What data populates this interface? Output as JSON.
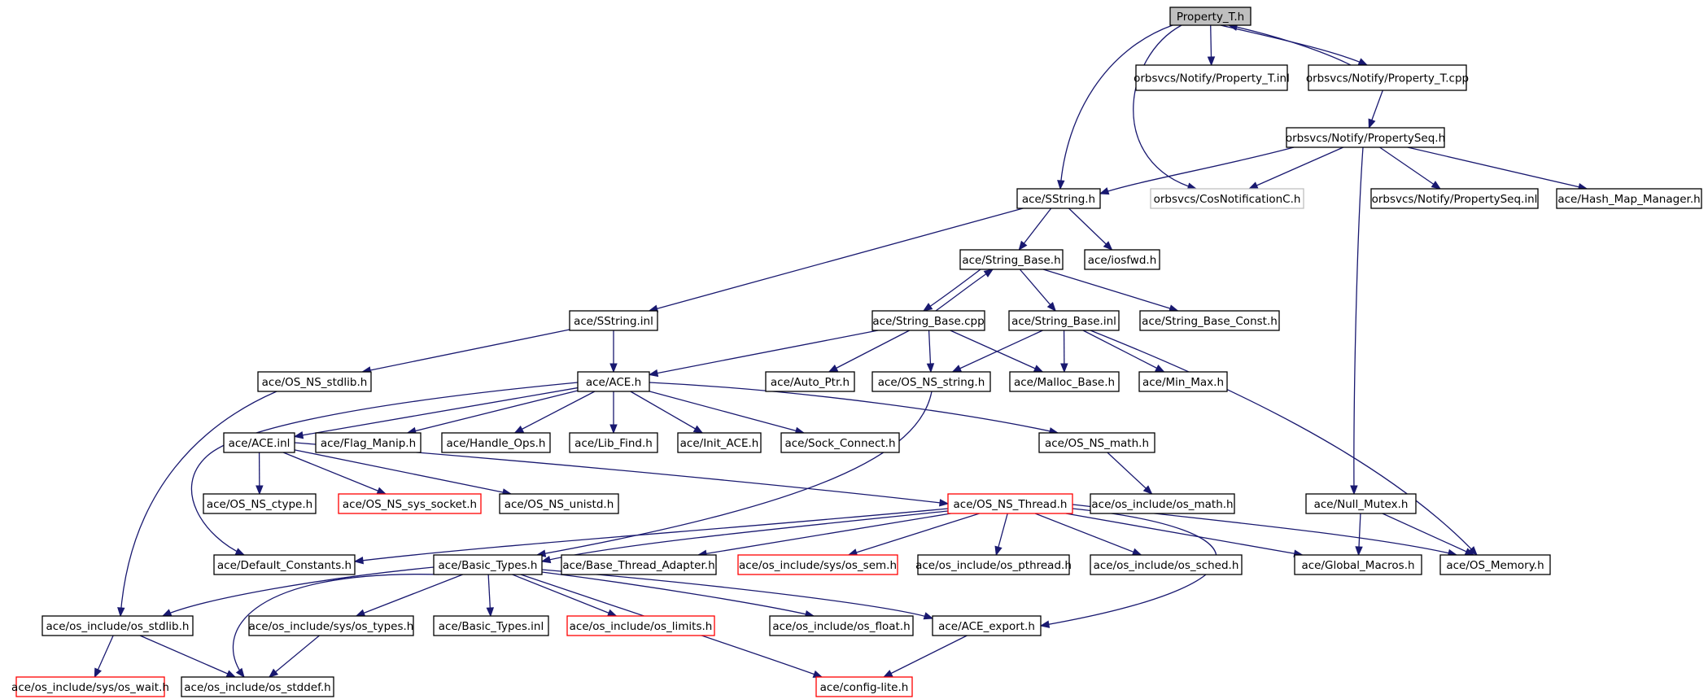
{
  "graph": {
    "colors": {
      "normal_border": "#000000",
      "truncated_border": "#ff0000",
      "undocumented_border": "#bfbfbf",
      "root_fill": "#bfbfbf",
      "node_fill": "#ffffff",
      "edge": "#191970"
    },
    "nodes": [
      {
        "id": "n_property_t_h",
        "label": "Property_T.h",
        "style": "root"
      },
      {
        "id": "n_prop_inl",
        "label": "orbsvcs/Notify/Property_T.inl",
        "style": "normal"
      },
      {
        "id": "n_prop_cpp",
        "label": "orbsvcs/Notify/Property_T.cpp",
        "style": "normal"
      },
      {
        "id": "n_propseq_h",
        "label": "orbsvcs/Notify/PropertySeq.h",
        "style": "normal"
      },
      {
        "id": "n_sstring_h",
        "label": "ace/SString.h",
        "style": "normal"
      },
      {
        "id": "n_cosnotif",
        "label": "orbsvcs/CosNotificationC.h",
        "style": "undocumented"
      },
      {
        "id": "n_propseq_inl",
        "label": "orbsvcs/Notify/PropertySeq.inl",
        "style": "normal"
      },
      {
        "id": "n_hashmap",
        "label": "ace/Hash_Map_Manager.h",
        "style": "normal"
      },
      {
        "id": "n_string_base_h",
        "label": "ace/String_Base.h",
        "style": "normal"
      },
      {
        "id": "n_iosfwd",
        "label": "ace/iosfwd.h",
        "style": "normal"
      },
      {
        "id": "n_sstring_inl",
        "label": "ace/SString.inl",
        "style": "normal"
      },
      {
        "id": "n_string_base_cpp",
        "label": "ace/String_Base.cpp",
        "style": "normal"
      },
      {
        "id": "n_string_base_inl",
        "label": "ace/String_Base.inl",
        "style": "normal"
      },
      {
        "id": "n_string_base_const",
        "label": "ace/String_Base_Const.h",
        "style": "normal"
      },
      {
        "id": "n_os_ns_stdlib",
        "label": "ace/OS_NS_stdlib.h",
        "style": "normal"
      },
      {
        "id": "n_ace_h",
        "label": "ace/ACE.h",
        "style": "normal"
      },
      {
        "id": "n_auto_ptr",
        "label": "ace/Auto_Ptr.h",
        "style": "normal"
      },
      {
        "id": "n_os_ns_string",
        "label": "ace/OS_NS_string.h",
        "style": "normal"
      },
      {
        "id": "n_malloc_base",
        "label": "ace/Malloc_Base.h",
        "style": "normal"
      },
      {
        "id": "n_min_max",
        "label": "ace/Min_Max.h",
        "style": "normal"
      },
      {
        "id": "n_ace_inl",
        "label": "ace/ACE.inl",
        "style": "normal"
      },
      {
        "id": "n_flag_manip",
        "label": "ace/Flag_Manip.h",
        "style": "normal"
      },
      {
        "id": "n_handle_ops",
        "label": "ace/Handle_Ops.h",
        "style": "normal"
      },
      {
        "id": "n_lib_find",
        "label": "ace/Lib_Find.h",
        "style": "normal"
      },
      {
        "id": "n_init_ace",
        "label": "ace/Init_ACE.h",
        "style": "normal"
      },
      {
        "id": "n_sock_connect",
        "label": "ace/Sock_Connect.h",
        "style": "normal"
      },
      {
        "id": "n_os_ns_math",
        "label": "ace/OS_NS_math.h",
        "style": "normal"
      },
      {
        "id": "n_os_ns_ctype",
        "label": "ace/OS_NS_ctype.h",
        "style": "normal"
      },
      {
        "id": "n_os_ns_sys_socket",
        "label": "ace/OS_NS_sys_socket.h",
        "style": "truncated"
      },
      {
        "id": "n_os_ns_unistd",
        "label": "ace/OS_NS_unistd.h",
        "style": "normal"
      },
      {
        "id": "n_os_ns_thread",
        "label": "ace/OS_NS_Thread.h",
        "style": "truncated"
      },
      {
        "id": "n_os_math",
        "label": "ace/os_include/os_math.h",
        "style": "normal"
      },
      {
        "id": "n_null_mutex",
        "label": "ace/Null_Mutex.h",
        "style": "normal"
      },
      {
        "id": "n_default_constants",
        "label": "ace/Default_Constants.h",
        "style": "normal"
      },
      {
        "id": "n_basic_types_h",
        "label": "ace/Basic_Types.h",
        "style": "normal"
      },
      {
        "id": "n_base_thread_adapter",
        "label": "ace/Base_Thread_Adapter.h",
        "style": "normal"
      },
      {
        "id": "n_os_sem",
        "label": "ace/os_include/sys/os_sem.h",
        "style": "truncated"
      },
      {
        "id": "n_os_pthread",
        "label": "ace/os_include/os_pthread.h",
        "style": "normal"
      },
      {
        "id": "n_os_sched",
        "label": "ace/os_include/os_sched.h",
        "style": "normal"
      },
      {
        "id": "n_global_macros",
        "label": "ace/Global_Macros.h",
        "style": "normal"
      },
      {
        "id": "n_os_memory",
        "label": "ace/OS_Memory.h",
        "style": "normal"
      },
      {
        "id": "n_os_stdlib",
        "label": "ace/os_include/os_stdlib.h",
        "style": "normal"
      },
      {
        "id": "n_os_types",
        "label": "ace/os_include/sys/os_types.h",
        "style": "normal"
      },
      {
        "id": "n_basic_types_inl",
        "label": "ace/Basic_Types.inl",
        "style": "normal"
      },
      {
        "id": "n_os_limits",
        "label": "ace/os_include/os_limits.h",
        "style": "truncated"
      },
      {
        "id": "n_os_float",
        "label": "ace/os_include/os_float.h",
        "style": "normal"
      },
      {
        "id": "n_ace_export",
        "label": "ace/ACE_export.h",
        "style": "normal"
      },
      {
        "id": "n_os_wait",
        "label": "ace/os_include/sys/os_wait.h",
        "style": "truncated"
      },
      {
        "id": "n_os_stddef",
        "label": "ace/os_include/os_stddef.h",
        "style": "normal"
      },
      {
        "id": "n_config_lite",
        "label": "ace/config-lite.h",
        "style": "truncated"
      }
    ],
    "edges": [
      [
        "n_property_t_h",
        "n_prop_inl"
      ],
      [
        "n_property_t_h",
        "n_prop_cpp"
      ],
      [
        "n_prop_cpp",
        "n_property_t_h"
      ],
      [
        "n_property_t_h",
        "n_sstring_h"
      ],
      [
        "n_property_t_h",
        "n_cosnotif"
      ],
      [
        "n_prop_cpp",
        "n_propseq_h"
      ],
      [
        "n_propseq_h",
        "n_sstring_h"
      ],
      [
        "n_propseq_h",
        "n_cosnotif"
      ],
      [
        "n_propseq_h",
        "n_propseq_inl"
      ],
      [
        "n_propseq_h",
        "n_hashmap"
      ],
      [
        "n_propseq_h",
        "n_null_mutex"
      ],
      [
        "n_sstring_h",
        "n_string_base_h"
      ],
      [
        "n_sstring_h",
        "n_iosfwd"
      ],
      [
        "n_sstring_h",
        "n_sstring_inl"
      ],
      [
        "n_string_base_h",
        "n_string_base_cpp"
      ],
      [
        "n_string_base_cpp",
        "n_string_base_h"
      ],
      [
        "n_string_base_h",
        "n_string_base_inl"
      ],
      [
        "n_string_base_h",
        "n_string_base_const"
      ],
      [
        "n_sstring_inl",
        "n_os_ns_stdlib"
      ],
      [
        "n_sstring_inl",
        "n_ace_h"
      ],
      [
        "n_string_base_cpp",
        "n_ace_h"
      ],
      [
        "n_string_base_cpp",
        "n_auto_ptr"
      ],
      [
        "n_string_base_cpp",
        "n_os_ns_string"
      ],
      [
        "n_string_base_cpp",
        "n_malloc_base"
      ],
      [
        "n_string_base_inl",
        "n_os_ns_string"
      ],
      [
        "n_string_base_inl",
        "n_malloc_base"
      ],
      [
        "n_string_base_inl",
        "n_min_max"
      ],
      [
        "n_string_base_inl",
        "n_os_memory"
      ],
      [
        "n_ace_h",
        "n_ace_inl"
      ],
      [
        "n_ace_h",
        "n_flag_manip"
      ],
      [
        "n_ace_h",
        "n_handle_ops"
      ],
      [
        "n_ace_h",
        "n_lib_find"
      ],
      [
        "n_ace_h",
        "n_init_ace"
      ],
      [
        "n_ace_h",
        "n_sock_connect"
      ],
      [
        "n_ace_h",
        "n_os_ns_math"
      ],
      [
        "n_ace_h",
        "n_default_constants"
      ],
      [
        "n_ace_inl",
        "n_os_ns_ctype"
      ],
      [
        "n_ace_inl",
        "n_os_ns_sys_socket"
      ],
      [
        "n_ace_inl",
        "n_os_ns_unistd"
      ],
      [
        "n_ace_inl",
        "n_os_ns_thread"
      ],
      [
        "n_os_ns_math",
        "n_os_math"
      ],
      [
        "n_os_ns_string",
        "n_basic_types_h"
      ],
      [
        "n_os_ns_stdlib",
        "n_os_stdlib"
      ],
      [
        "n_os_ns_thread",
        "n_default_constants"
      ],
      [
        "n_os_ns_thread",
        "n_basic_types_h"
      ],
      [
        "n_os_ns_thread",
        "n_base_thread_adapter"
      ],
      [
        "n_os_ns_thread",
        "n_os_sem"
      ],
      [
        "n_os_ns_thread",
        "n_os_pthread"
      ],
      [
        "n_os_ns_thread",
        "n_os_sched"
      ],
      [
        "n_os_ns_thread",
        "n_global_macros"
      ],
      [
        "n_os_ns_thread",
        "n_os_memory"
      ],
      [
        "n_os_ns_thread",
        "n_ace_export"
      ],
      [
        "n_null_mutex",
        "n_global_macros"
      ],
      [
        "n_null_mutex",
        "n_os_memory"
      ],
      [
        "n_basic_types_h",
        "n_os_stdlib"
      ],
      [
        "n_basic_types_h",
        "n_os_types"
      ],
      [
        "n_basic_types_h",
        "n_basic_types_inl"
      ],
      [
        "n_basic_types_h",
        "n_os_limits"
      ],
      [
        "n_basic_types_h",
        "n_os_float"
      ],
      [
        "n_basic_types_h",
        "n_ace_export"
      ],
      [
        "n_basic_types_h",
        "n_os_stddef"
      ],
      [
        "n_basic_types_h",
        "n_config_lite"
      ],
      [
        "n_os_stdlib",
        "n_os_wait"
      ],
      [
        "n_os_stdlib",
        "n_os_stddef"
      ],
      [
        "n_os_types",
        "n_os_stddef"
      ],
      [
        "n_ace_export",
        "n_config_lite"
      ]
    ]
  }
}
